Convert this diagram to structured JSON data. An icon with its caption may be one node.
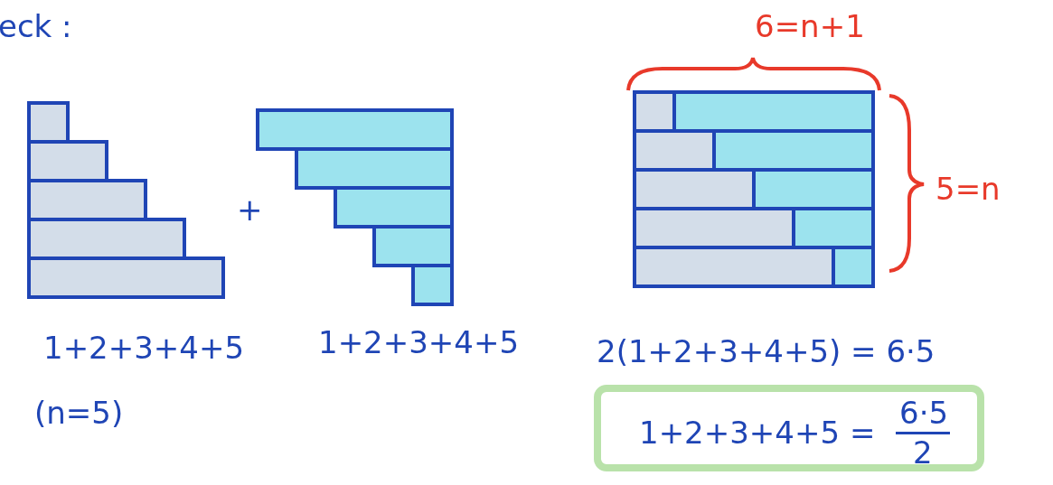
{
  "diagram": {
    "nodes": [
      {
        "text": [
          "1+2+3+4+5 =",
          "6·5",
          "2"
        ]
      }
    ],
    "edges": [],
    "labels": [
      "eck :",
      "1+2+3+4+5",
      "(n=5)",
      "+",
      "1+2+3+4+5",
      "6=n+1",
      "5=n",
      "2(1+2+3+4+5) = 6·5"
    ]
  }
}
